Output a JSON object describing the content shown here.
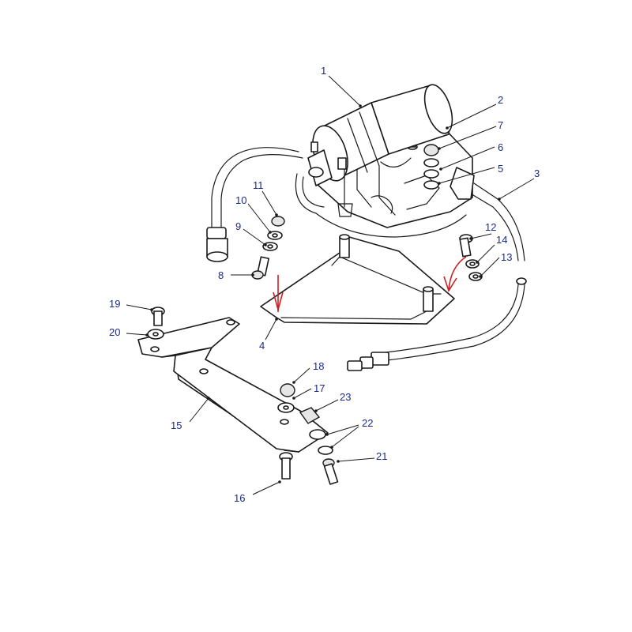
{
  "colors": {
    "callout_text": "#1a2a8a",
    "line": "#1a1a1a",
    "annotation_mark": "#cc1f1f"
  },
  "callouts": [
    {
      "id": "1",
      "label": "1"
    },
    {
      "id": "2",
      "label": "2"
    },
    {
      "id": "3",
      "label": "3"
    },
    {
      "id": "4",
      "label": "4"
    },
    {
      "id": "5",
      "label": "5"
    },
    {
      "id": "6",
      "label": "6"
    },
    {
      "id": "7",
      "label": "7"
    },
    {
      "id": "8",
      "label": "8"
    },
    {
      "id": "9",
      "label": "9"
    },
    {
      "id": "10",
      "label": "10"
    },
    {
      "id": "11",
      "label": "11"
    },
    {
      "id": "12",
      "label": "12"
    },
    {
      "id": "13",
      "label": "13"
    },
    {
      "id": "14",
      "label": "14"
    },
    {
      "id": "15",
      "label": "15"
    },
    {
      "id": "16",
      "label": "16"
    },
    {
      "id": "17",
      "label": "17"
    },
    {
      "id": "18",
      "label": "18"
    },
    {
      "id": "19",
      "label": "19"
    },
    {
      "id": "20",
      "label": "20"
    },
    {
      "id": "21",
      "label": "21"
    },
    {
      "id": "22",
      "label": "22"
    },
    {
      "id": "23",
      "label": "23"
    }
  ]
}
